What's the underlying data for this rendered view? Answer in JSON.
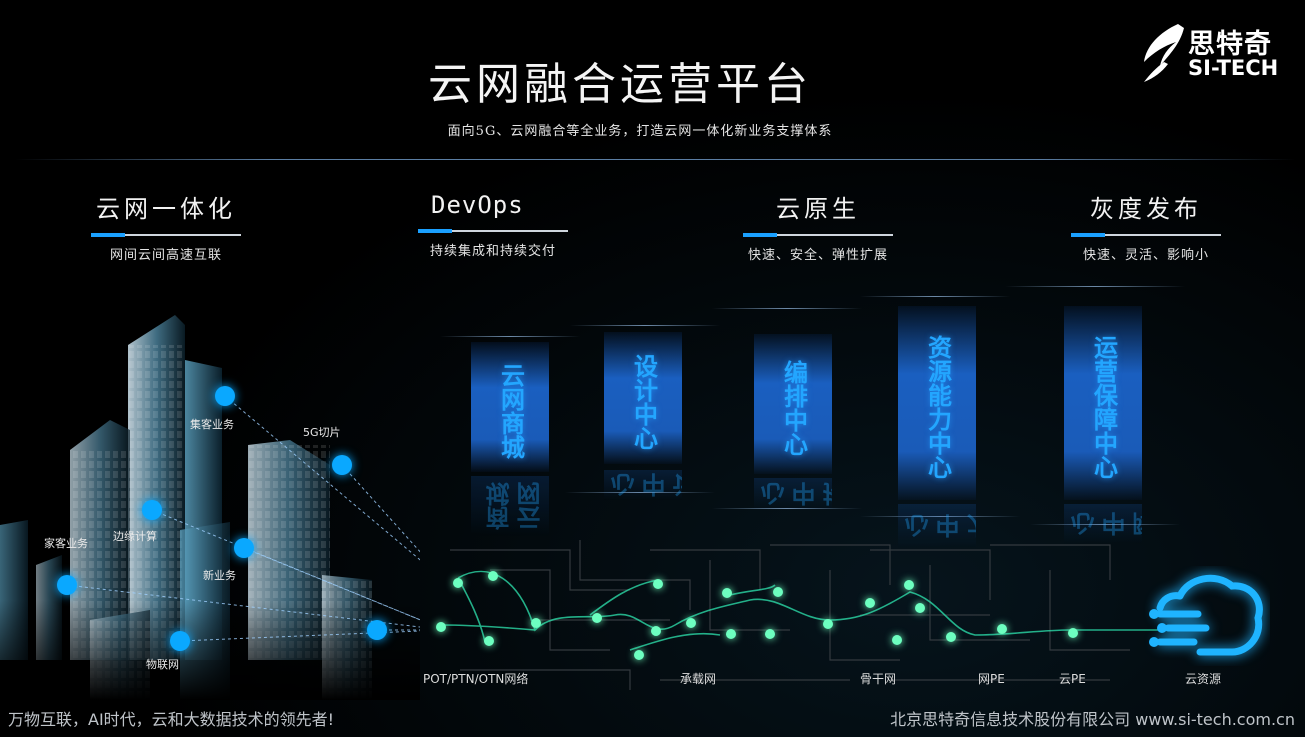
{
  "header": {
    "title": "云网融合运营平台",
    "subtitle": "面向5G、云网融合等全业务，打造云网一体化新业务支撑体系"
  },
  "logo": {
    "cn": "思特奇",
    "en": "SI-TECH"
  },
  "features": [
    {
      "title": "云网一体化",
      "sub": "网间云间高速互联"
    },
    {
      "title": "DevOps",
      "sub": "持续集成和持续交付"
    },
    {
      "title": "云原生",
      "sub": "快速、安全、弹性扩展"
    },
    {
      "title": "灰度发布",
      "sub": "快速、灵活、影响小"
    }
  ],
  "pillars": [
    {
      "label": "云网商城",
      "color": "#23a6ff"
    },
    {
      "label": "设计中心",
      "color": "#23a6ff"
    },
    {
      "label": "编排中心",
      "color": "#23a6ff"
    },
    {
      "label": "资源能力中心",
      "color": "#23a6ff"
    },
    {
      "label": "运营保障中心",
      "color": "#23a6ff"
    }
  ],
  "city_labels": {
    "jike": "集客业务",
    "slice": "5G切片",
    "jiake": "家客业务",
    "edge": "边缘计算",
    "new": "新业务",
    "iot": "物联网"
  },
  "network_labels": {
    "pot": "POT/PTN/OTN网络",
    "bearer": "承载网",
    "backbone": "骨干网",
    "netpe": "网PE",
    "cloudpe": "云PE",
    "cloudres": "云资源"
  },
  "footer": {
    "left": "万物互联，AI时代，云和大数据技术的领先者!",
    "right": "北京思特奇信息技术股份有限公司  www.si-tech.com.cn"
  },
  "colors": {
    "accent": "#1aa0ff",
    "node_blue": "#0aa8ff",
    "node_green": "#6dffc0",
    "pillar": "#1a5fc0"
  }
}
